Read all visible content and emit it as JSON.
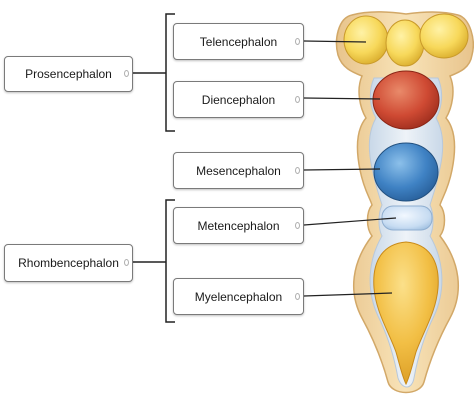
{
  "labels": {
    "prosencephalon": "Prosencephalon",
    "rhombencephalon": "Rhombencephalon",
    "telencephalon": "Telencephalon",
    "diencephalon": "Diencephalon",
    "mesencephalon": "Mesencephalon",
    "metencephalon": "Metencephalon",
    "myelencephalon": "Myelencephalon"
  },
  "colors": {
    "outer_tissue": "#f4d9a6",
    "outer_edge": "#d9b27a",
    "telencephalon": "#f7d85a",
    "diencephalon": "#cf4a33",
    "mesencephalon": "#3f82c4",
    "metencephalon": "#c7dcf2",
    "myelencephalon": "#f2bf45",
    "lines": "#222222"
  }
}
